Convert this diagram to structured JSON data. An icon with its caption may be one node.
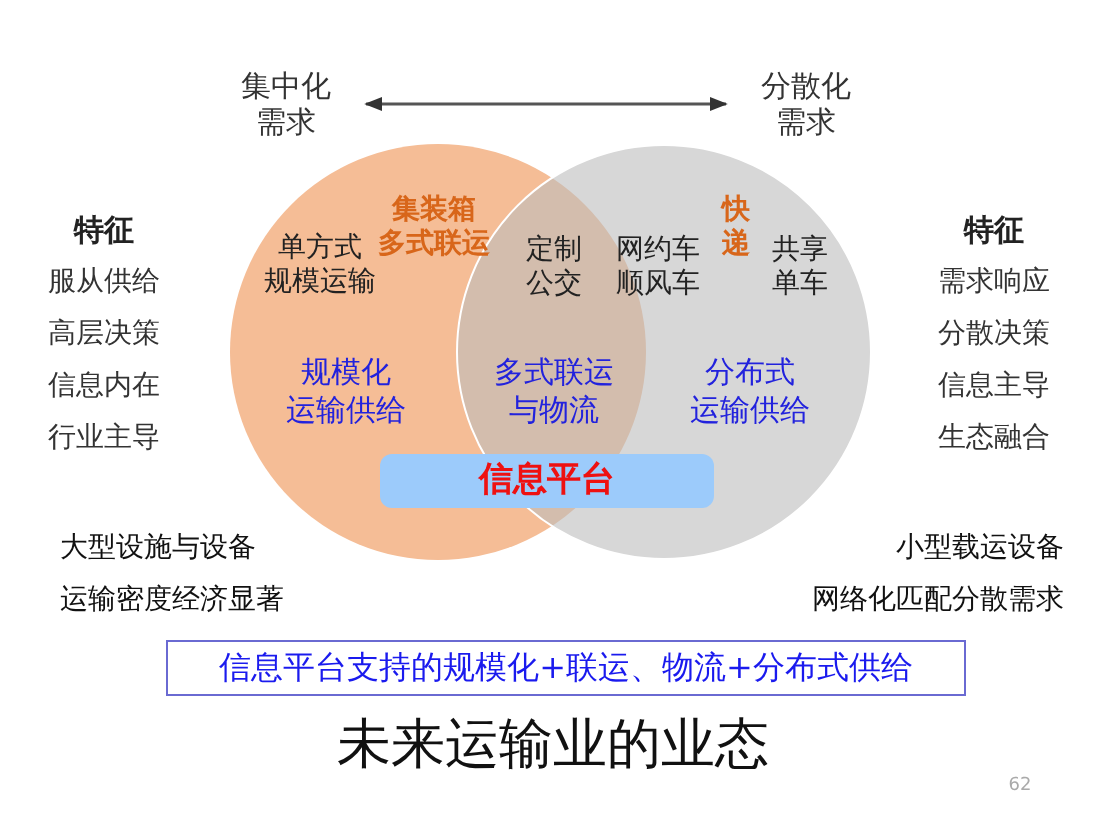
{
  "diagram": {
    "title": "未来运输业的业态",
    "nodes": [
      {
        "text": [
          "集中化需求"
        ]
      },
      {
        "text": [
          "分散化需求"
        ]
      },
      {
        "text": [],
        "shape": "circle"
      },
      {
        "text": [],
        "shape": "circle"
      },
      {
        "text": [
          "信息平台"
        ]
      },
      {
        "text": [
          "信息平台支持的规模化+联运、物流+分布式供给"
        ]
      }
    ],
    "edges": [
      {
        "from": 0,
        "to": 1,
        "arrow": "both"
      }
    ],
    "labels": [
      "特征",
      "服从供给",
      "高层决策",
      "信息内在",
      "行业主导",
      "单方式规模运输",
      "集装箱多式联运",
      "定制公交",
      "网约车顺风车",
      "快递",
      "共享单车",
      "规模化运输供给",
      "多式联运与物流",
      "分布式运输供给",
      "特征",
      "需求响应",
      "分散决策",
      "信息主导",
      "生态融合",
      "大型设施与设备",
      "运输密度经济显著",
      "小型载运设备",
      "网络化匹配分散需求",
      "62"
    ]
  }
}
